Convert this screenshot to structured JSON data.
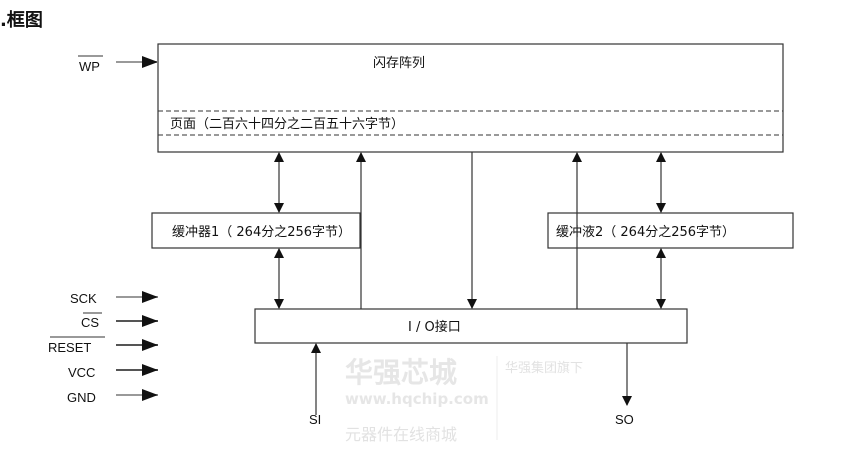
{
  "title": ".框图",
  "flash_array": {
    "label": "闪存阵列",
    "page_label": "页面（二百六十四分之二百五十六字节）"
  },
  "buffer1": {
    "label": "缓冲器1（  264分之256字节）"
  },
  "buffer2": {
    "label": "缓冲液2（  264分之256字节）"
  },
  "io": {
    "label": "I / O接口"
  },
  "signals": {
    "wp": "WP",
    "sck": "SCK",
    "cs": "CS",
    "reset": "RESET",
    "vcc": "VCC",
    "gnd": "GND",
    "si": "SI",
    "so": "SO"
  },
  "watermark": {
    "brand": "华强芯城",
    "url": "www.hqchip.com",
    "line1": "华强集团旗下",
    "line2": "元器件在线商城"
  }
}
